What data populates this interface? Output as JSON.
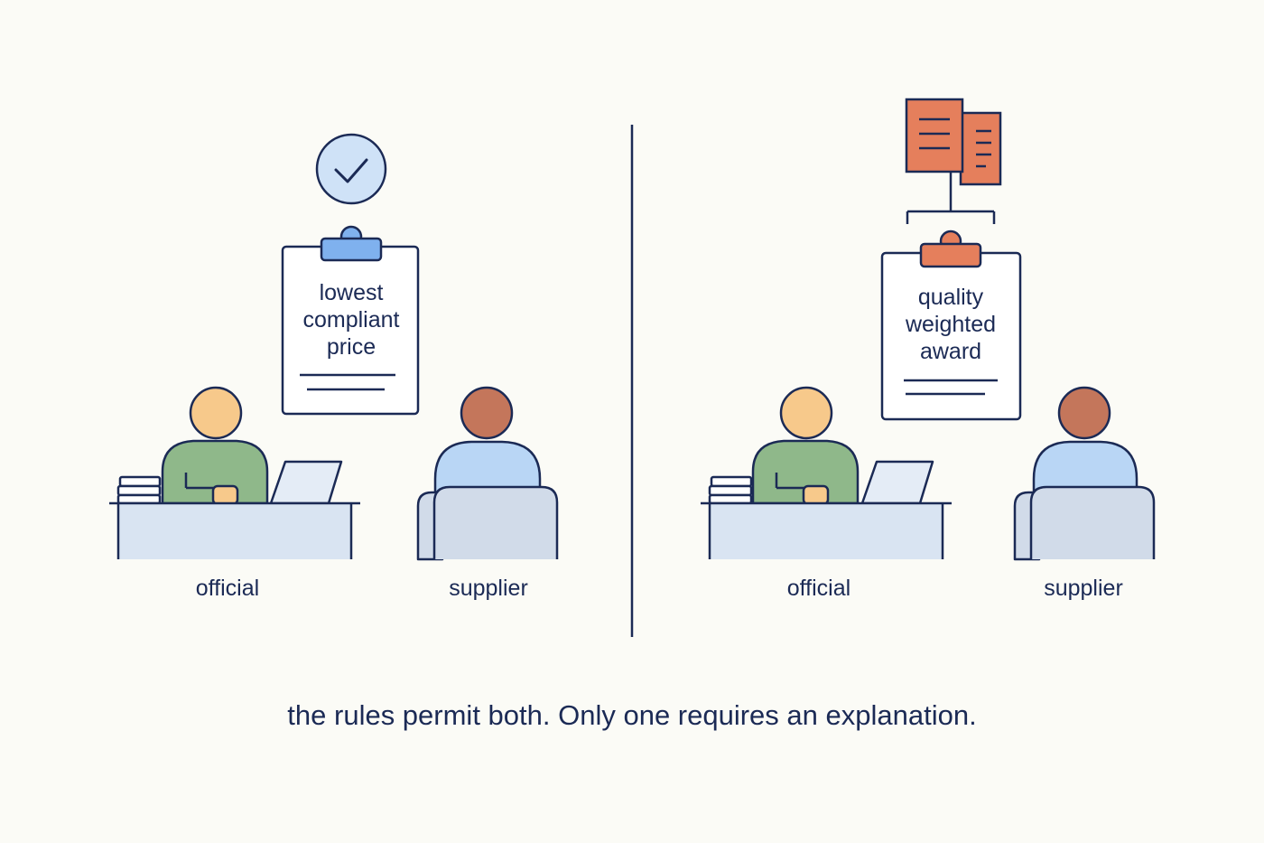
{
  "colors": {
    "ink": "#1b2a55",
    "background": "#fbfbf6",
    "blue_accent": "#7fb1ee",
    "blue_light": "#cfe2f7",
    "orange_accent": "#e57f5c",
    "desk_fill": "#d9e4f2",
    "official_shirt": "#8fb88a",
    "skin_light": "#f7c98b",
    "skin_dark": "#c4765b",
    "supplier_shirt": "#b9d6f5",
    "chair_fill": "#d1dbe9",
    "laptop_fill": "#e4ecf6"
  },
  "left_panel": {
    "clipboard_lines": [
      "lowest",
      "compliant",
      "price"
    ],
    "official_label": "official",
    "supplier_label": "supplier",
    "top_icon": "check-circle-icon"
  },
  "right_panel": {
    "clipboard_lines": [
      "quality",
      "weighted",
      "award"
    ],
    "official_label": "official",
    "supplier_label": "supplier",
    "top_icon": "documents-icon"
  },
  "caption": "the rules permit both. Only one requires an explanation."
}
